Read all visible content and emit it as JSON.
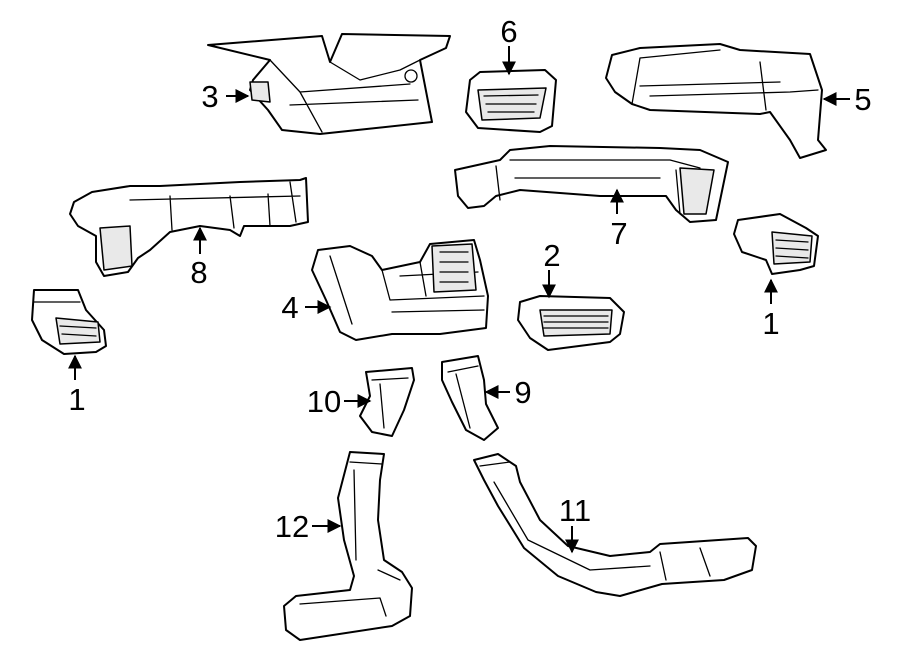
{
  "callouts": {
    "c1_left": "1",
    "c1_right": "1",
    "c2": "2",
    "c3": "3",
    "c4": "4",
    "c5": "5",
    "c6": "6",
    "c7": "7",
    "c8": "8",
    "c9": "9",
    "c10": "10",
    "c11": "11",
    "c12": "12"
  },
  "colors": {
    "line": "#000000",
    "background": "#ffffff",
    "shade": "#e9e9e9"
  }
}
